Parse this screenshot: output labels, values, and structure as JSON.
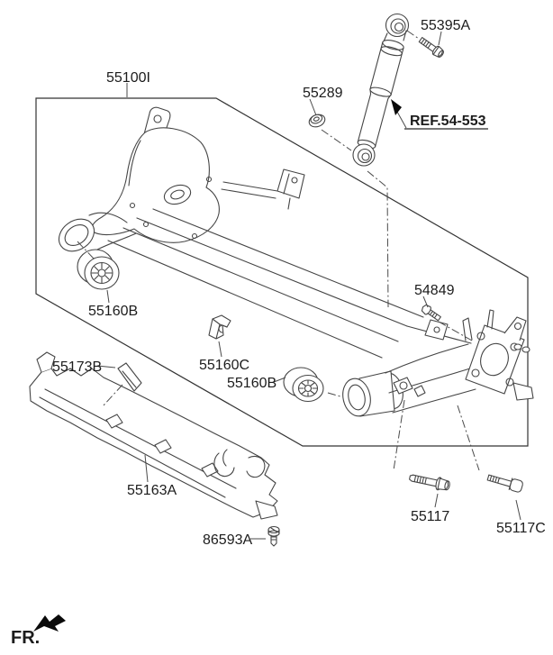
{
  "callouts": {
    "assembly": "55100I",
    "shock_bolt": "55395A",
    "nut": "55289",
    "reference": "REF.54-553",
    "left_bushing": "55160B",
    "center_bushing": "55160B",
    "beam_bracket": "55160C",
    "protector_pad": "55173B",
    "small_bolt": "54849",
    "heat_protector": "55163A",
    "screw": "86593A",
    "mount_bolt": "55117",
    "mount_bolt_c": "55117C"
  },
  "direction_indicator": {
    "label": "FR."
  },
  "colors": {
    "line": "#454545",
    "label": "#1c1c1c",
    "background": "#ffffff"
  }
}
